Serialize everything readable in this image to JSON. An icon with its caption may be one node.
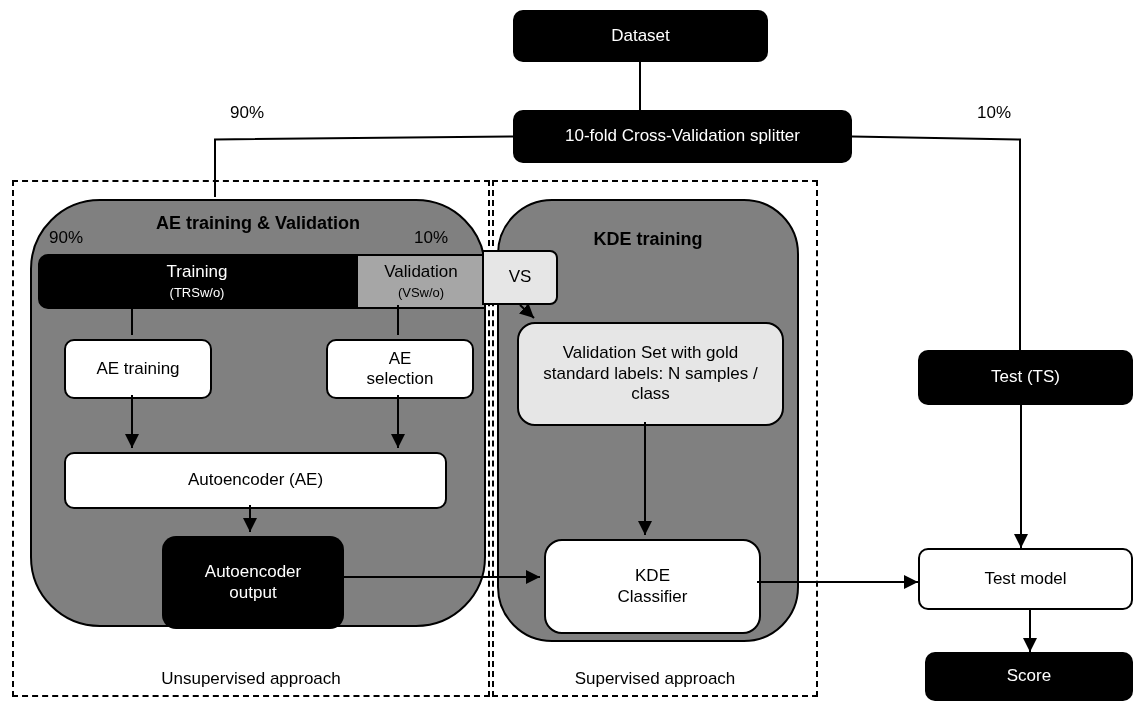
{
  "diagram": {
    "nodes": [
      {
        "text": [
          "Dataset"
        ]
      },
      {
        "text": [
          "10-fold Cross-Validation splitter"
        ]
      },
      {
        "text": [
          "Unsupervised approach"
        ]
      },
      {
        "text": [
          "Supervised approach"
        ]
      },
      {
        "text": [
          "AE training & Validation"
        ],
        "in": 2
      },
      {
        "text": [
          "Training",
          "(TRSw/o)"
        ],
        "in": 4,
        "beside": [
          "90%"
        ]
      },
      {
        "text": [
          "Validation",
          "(VSw/o)"
        ],
        "in": 4,
        "beside": [
          "10%"
        ]
      },
      {
        "text": [
          "VS"
        ]
      },
      {
        "text": [
          "AE training"
        ],
        "in": 4
      },
      {
        "text": [
          "AE selection"
        ],
        "in": 4
      },
      {
        "text": [
          "Autoencoder (AE)"
        ],
        "in": 4
      },
      {
        "text": [
          "Autoencoder output"
        ],
        "in": 4
      },
      {
        "text": [
          "KDE training"
        ],
        "in": 3
      },
      {
        "text": [
          "Validation Set with gold standard labels: N samples / class"
        ],
        "in": 12
      },
      {
        "text": [
          "KDE Classifier"
        ],
        "in": 12
      },
      {
        "text": [
          "Test (TS)"
        ]
      },
      {
        "text": [
          "Test model"
        ]
      },
      {
        "text": [
          "Score"
        ]
      }
    ],
    "edges": [
      {
        "from": 0,
        "to": 1,
        "arrow": "none"
      },
      {
        "from": 1,
        "to": 4,
        "arrow": "none",
        "label": "90%"
      },
      {
        "from": 1,
        "to": 15,
        "arrow": "none",
        "label": "10%"
      },
      {
        "from": 15,
        "to": 16,
        "arrow": "to"
      },
      {
        "from": 5,
        "to": 8,
        "arrow": "none"
      },
      {
        "from": 6,
        "to": 9,
        "arrow": "none"
      },
      {
        "from": 8,
        "to": 10,
        "arrow": "to"
      },
      {
        "from": 9,
        "to": 10,
        "arrow": "to"
      },
      {
        "from": 10,
        "to": 11,
        "arrow": "to"
      },
      {
        "from": 7,
        "to": 13,
        "arrow": "to"
      },
      {
        "from": 13,
        "to": 14,
        "arrow": "to"
      },
      {
        "from": 11,
        "to": 14,
        "arrow": "to"
      },
      {
        "from": 14,
        "to": 16,
        "arrow": "to"
      },
      {
        "from": 16,
        "to": 17,
        "arrow": "to"
      }
    ]
  }
}
